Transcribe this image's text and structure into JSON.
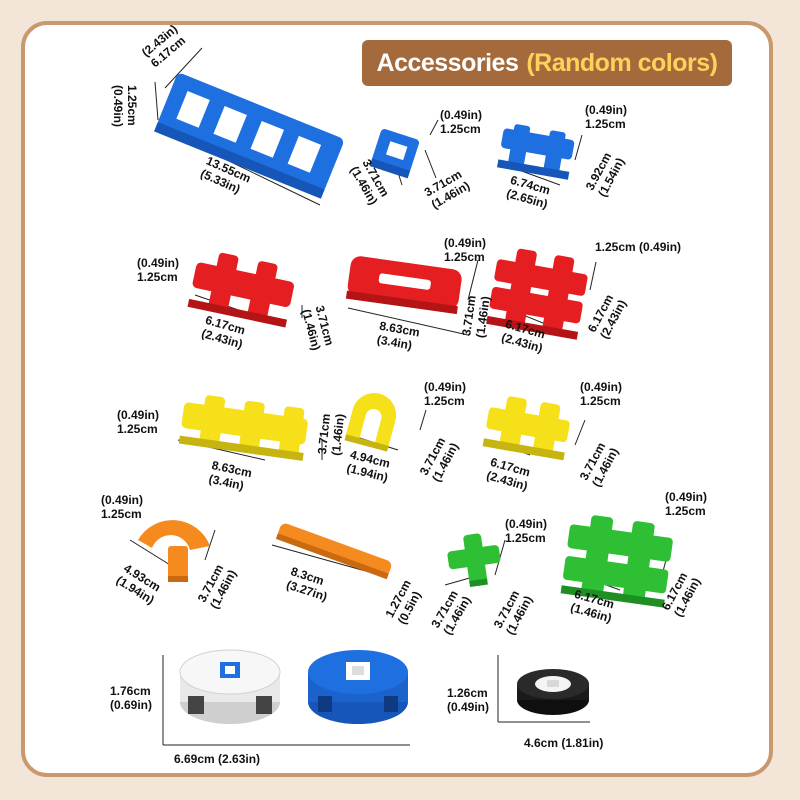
{
  "title": {
    "main": "Accessories",
    "highlight": "(Random colors)"
  },
  "colors": {
    "background": "#f3e6d8",
    "frame_border": "#c9986d",
    "banner": "#a56a3b",
    "banner_highlight": "#ffd15a",
    "blue": "#1e6fe0",
    "red": "#e51e22",
    "yellow": "#f5e01a",
    "orange": "#f58a1f",
    "green": "#2fbf35",
    "white": "#f4f4f4",
    "black": "#1a1a1a"
  },
  "dims": {
    "blue_long_w": "(2.43in)",
    "blue_long_w2": "6.17cm",
    "blue_long_h": "1.25cm",
    "blue_long_h2": "(0.49in)",
    "blue_long_l": "13.55cm",
    "blue_long_l2": "(5.33in)",
    "blue_small_t": "(0.49in)",
    "blue_small_t2": "1.25cm",
    "blue_small_a": "3.71cm",
    "blue_small_a2": "(1.46in)",
    "blue_small_b": "3.71cm",
    "blue_small_b2": "(1.46in)",
    "blue_h_t": "(0.49in)",
    "blue_h_t2": "1.25cm",
    "blue_h_l": "6.74cm",
    "blue_h_l2": "(2.65in)",
    "blue_h_w": "3.92cm",
    "blue_h_w2": "(1.54in)",
    "red1_t": "(0.49in)",
    "red1_t2": "1.25cm",
    "red1_l": "6.17cm",
    "red1_l2": "(2.43in)",
    "red1_w": "3.71cm",
    "red1_w2": "(1.46in)",
    "red2_t": "(0.49in)",
    "red2_t2": "1.25cm",
    "red2_l": "8.63cm",
    "red2_l2": "(3.4in)",
    "red2_w": "3.71cm",
    "red2_w2": "(1.46in)",
    "red3_t": "1.25cm (0.49in)",
    "red3_l": "6.17cm",
    "red3_l2": "(2.43in)",
    "red3_w": "6.17cm",
    "red3_w2": "(2.43in)",
    "y1_t": "(0.49in)",
    "y1_t2": "1.25cm",
    "y1_l": "8.63cm",
    "y1_l2": "(3.4in)",
    "y1_w": "3.71cm",
    "y1_w2": "(1.46in)",
    "y2_t": "(0.49in)",
    "y2_t2": "1.25cm",
    "y2_l": "4.94cm",
    "y2_l2": "(1.94in)",
    "y2_w": "3.71cm",
    "y2_w2": "(1.46in)",
    "y3_t": "(0.49in)",
    "y3_t2": "1.25cm",
    "y3_l": "6.17cm",
    "y3_l2": "(2.43in)",
    "y3_w": "3.71cm",
    "y3_w2": "(1.46in)",
    "o_t": "(0.49in)",
    "o_t2": "1.25cm",
    "o_l": "4.93cm",
    "o_l2": "(1.94in)",
    "o_w": "3.71cm",
    "o_w2": "(1.46in)",
    "rod_l": "8.3cm",
    "rod_l2": "(3.27in)",
    "rod_w": "1.27cm",
    "rod_w2": "(0.5in)",
    "g1_t": "(0.49in)",
    "g1_t2": "1.25cm",
    "g1_a": "3.71cm",
    "g1_a2": "(1.46in)",
    "g1_b": "3.71cm",
    "g1_b2": "(1.46in)",
    "g2_t": "(0.49in)",
    "g2_t2": "1.25cm",
    "g2_l": "6.17cm",
    "g2_l2": "(1.46in)",
    "g2_w": "6.17cm",
    "g2_w2": "(1.46in)",
    "wheel_h": "1.76cm",
    "wheel_h2": "(0.69in)",
    "wheel_d": "6.69cm (2.63in)",
    "tire_h": "1.26cm",
    "tire_h2": "(0.49in)",
    "tire_d": "4.6cm (1.81in)"
  }
}
